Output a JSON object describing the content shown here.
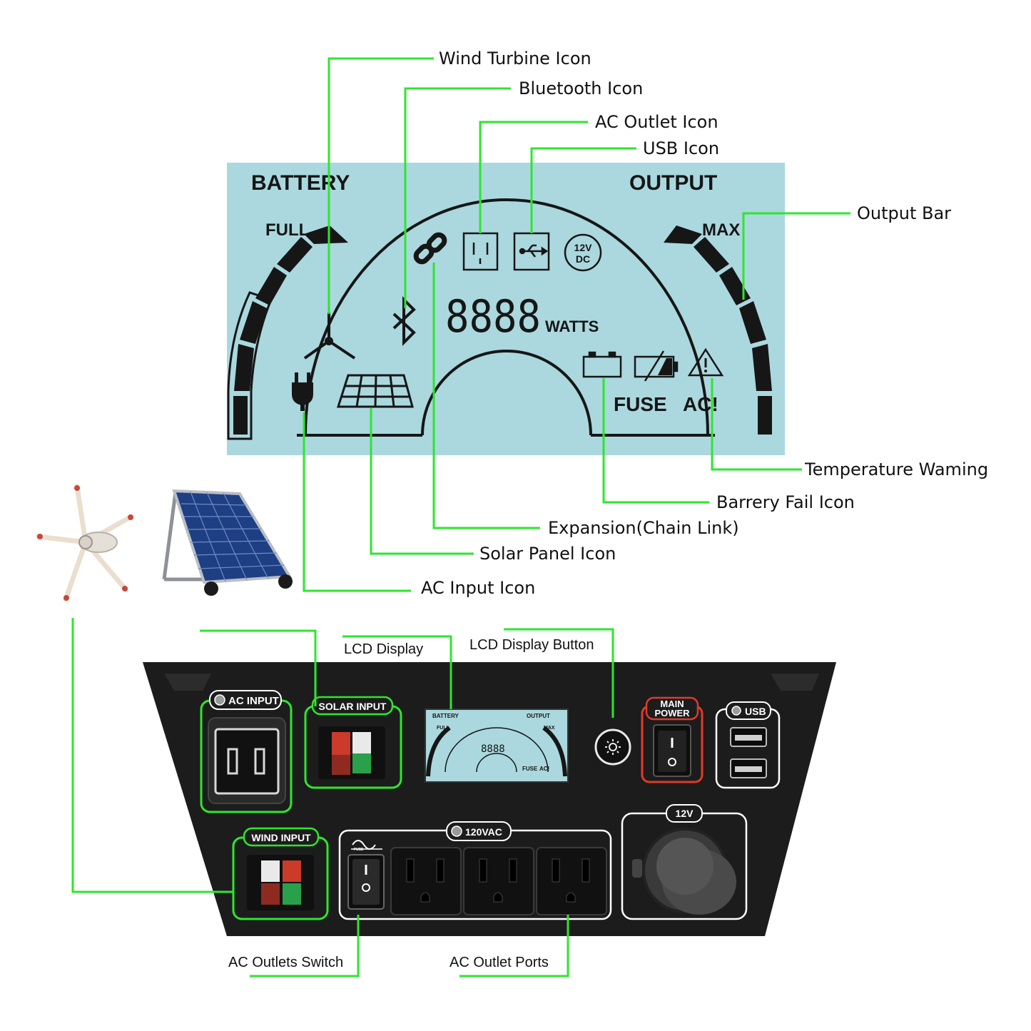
{
  "callouts": {
    "wind_turbine_icon": "Wind Turbine Icon",
    "bluetooth_icon": "Bluetooth Icon",
    "ac_outlet_icon": "AC Outlet Icon",
    "usb_icon": "USB Icon",
    "output_bar": "Output Bar",
    "temperature_warning": "Temperature Waming",
    "battery_fail_icon": "Barrery Fail Icon",
    "expansion_chain_link": "Expansion(Chain Link)",
    "solar_panel_icon": "Solar Panel Icon",
    "ac_input_icon": "AC Input Icon",
    "lcd_display": "LCD Display",
    "lcd_display_button": "LCD Display Button",
    "ac_outlets_switch": "AC Outlets Switch",
    "ac_outlet_ports": "AC Outlet Ports"
  },
  "lcd": {
    "battery_label": "BATTERY",
    "output_label": "OUTPUT",
    "full_label": "FULL",
    "max_label": "MAX",
    "digits": "8888",
    "watts_label": "WATTS",
    "dc_badge_line1": "12V",
    "dc_badge_line2": "DC",
    "fuse_label": "FUSE",
    "ac_warning_label": "AC!"
  },
  "panel": {
    "ac_input_label": "AC INPUT",
    "solar_input_label": "SOLAR INPUT",
    "wind_input_label": "WIND INPUT",
    "main_power_line1": "MAIN",
    "main_power_line2": "POWER",
    "usb_label": "USB",
    "vac_label": "120VAC",
    "dc12_label": "12V",
    "fuse_small_label": "FUSE"
  },
  "colors": {
    "leader_green": "#2ee62e",
    "lcd_background": "#aad8de",
    "panel_black": "#1c1c1c",
    "main_power_red": "#e03a2a"
  }
}
